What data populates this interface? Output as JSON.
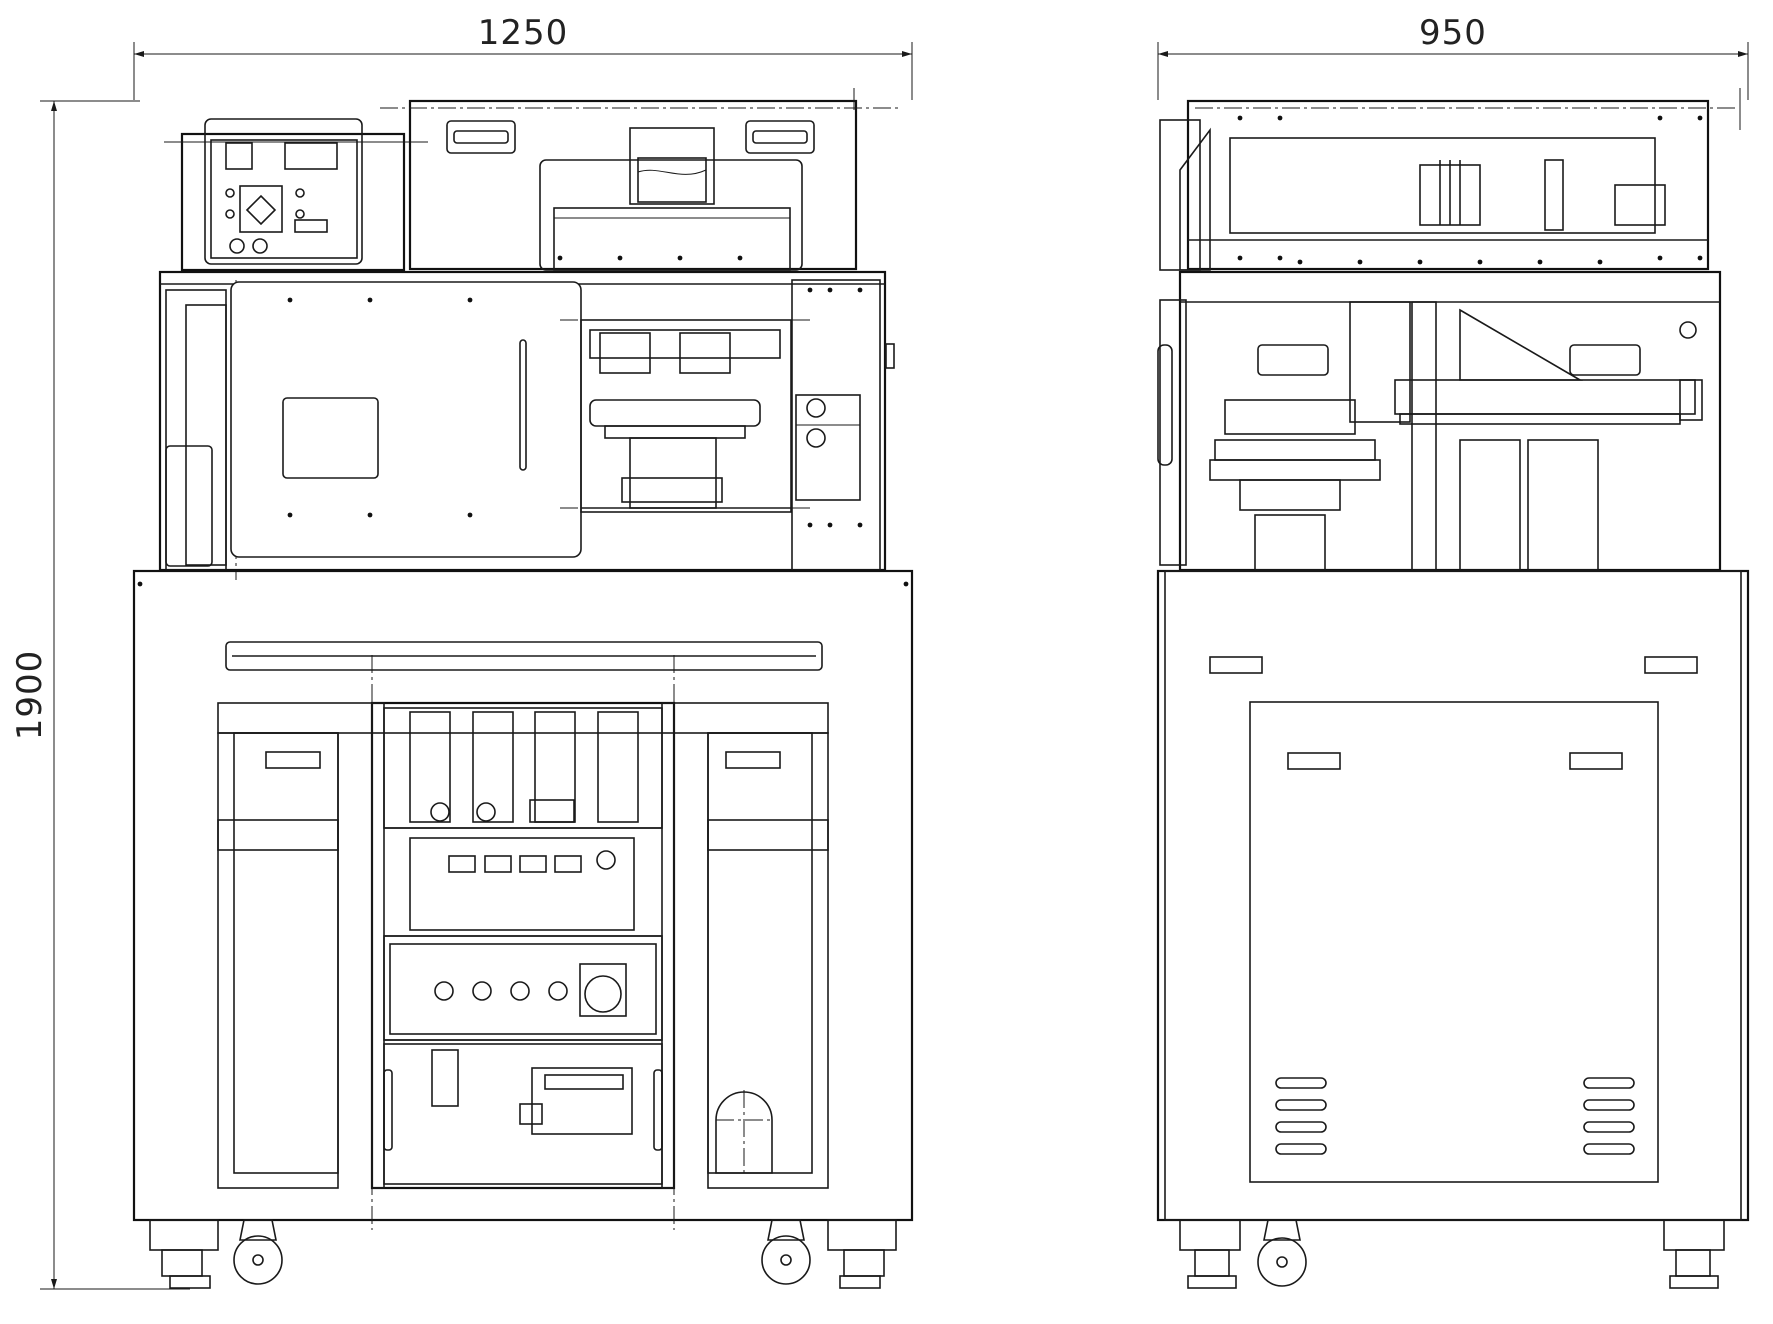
{
  "dimensions": {
    "front_width": "1250",
    "side_width": "950",
    "height": "1900"
  },
  "views": [
    {
      "name": "front-view"
    },
    {
      "name": "side-view"
    }
  ]
}
